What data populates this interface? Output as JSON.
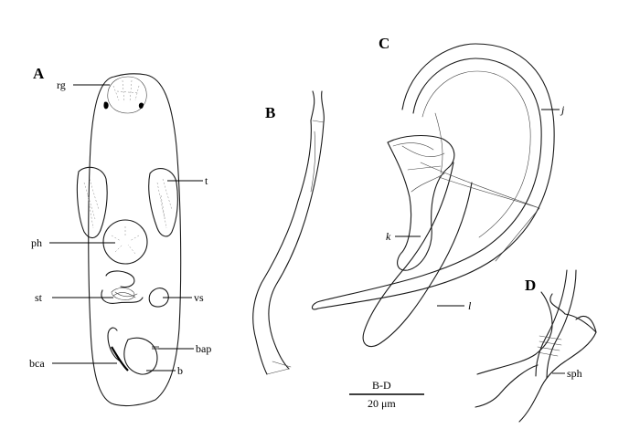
{
  "panels": {
    "a": "A",
    "b": "B",
    "c": "C",
    "d": "D"
  },
  "labels": {
    "rg": "rg",
    "t": "t",
    "ph": "ph",
    "st": "st",
    "vs": "vs",
    "bca": "bca",
    "bap": "bap",
    "b": "b",
    "j": "j",
    "k": "k",
    "l": "l",
    "sph": "sph"
  },
  "scale_bar": {
    "panels_label": "B-D",
    "length_label": "20 μm"
  }
}
